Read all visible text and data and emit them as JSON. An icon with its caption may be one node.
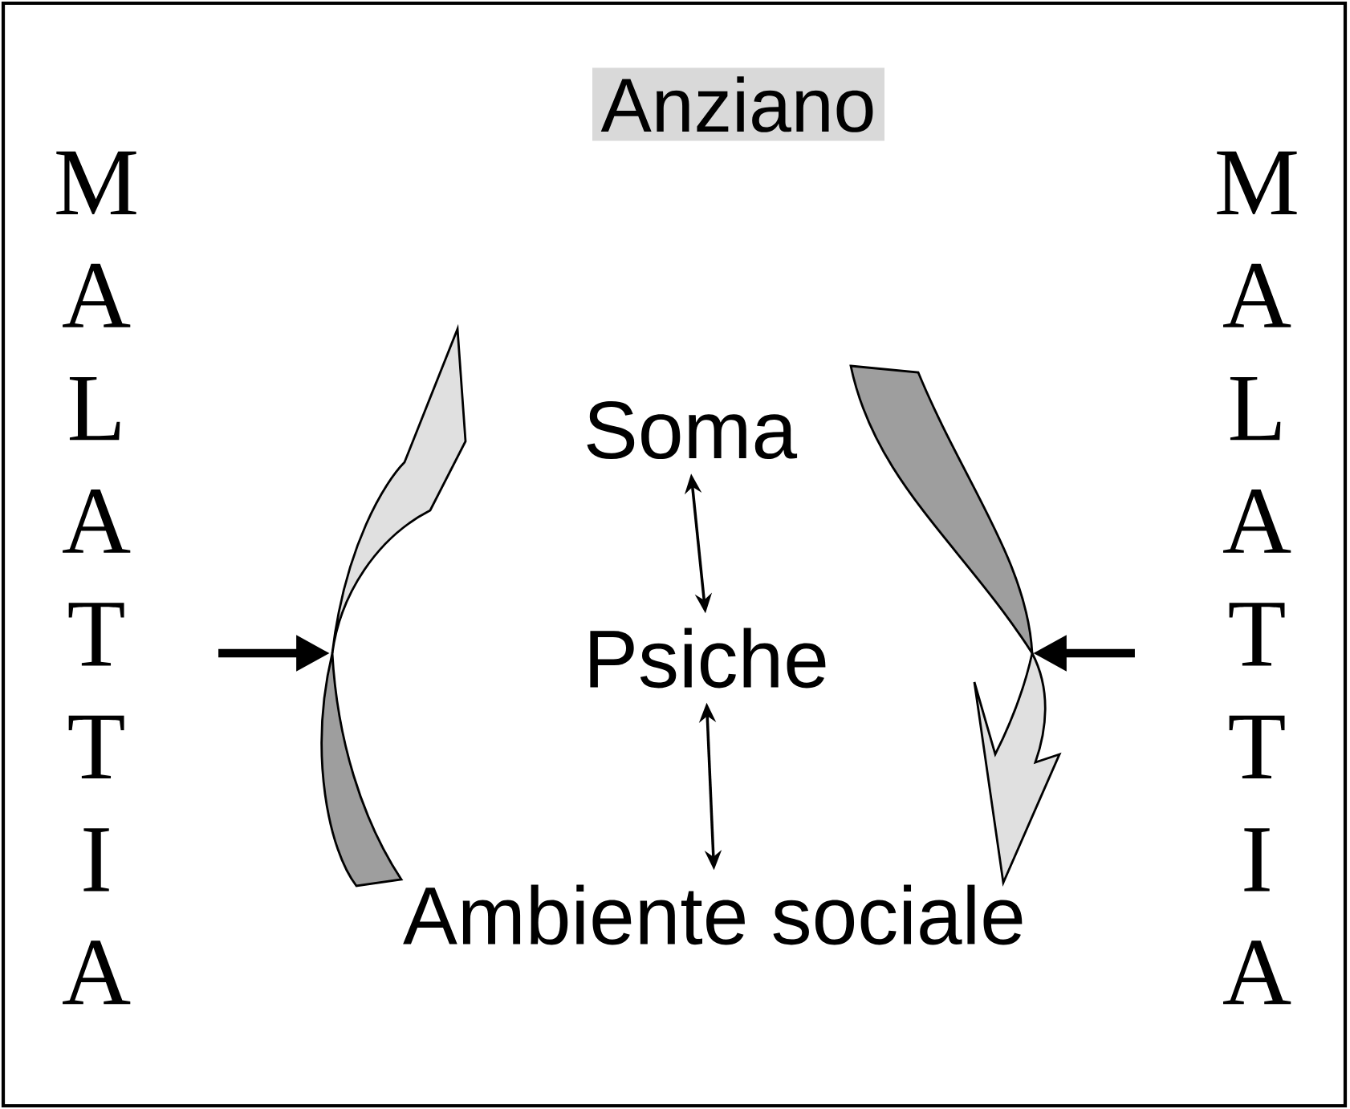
{
  "diagram": {
    "title": "Anziano",
    "nodes": [
      {
        "text": [
          "M A L A T T I A"
        ]
      },
      {
        "text": [],
        "shape": "arrow"
      },
      {
        "text": [
          "Soma"
        ]
      },
      {
        "text": [
          "Psiche"
        ]
      },
      {
        "text": [
          "Ambiente sociale"
        ]
      },
      {
        "text": [],
        "shape": "arrow"
      },
      {
        "text": [
          "M A L A T T I A"
        ]
      }
    ],
    "edges": [
      {
        "from": 0,
        "to": 1,
        "arrow": "to",
        "style": "thick"
      },
      {
        "from": 2,
        "to": 3,
        "arrow": "both"
      },
      {
        "from": 3,
        "to": 4,
        "arrow": "both"
      },
      {
        "from": 6,
        "to": 5,
        "arrow": "to",
        "style": "thick"
      }
    ]
  }
}
